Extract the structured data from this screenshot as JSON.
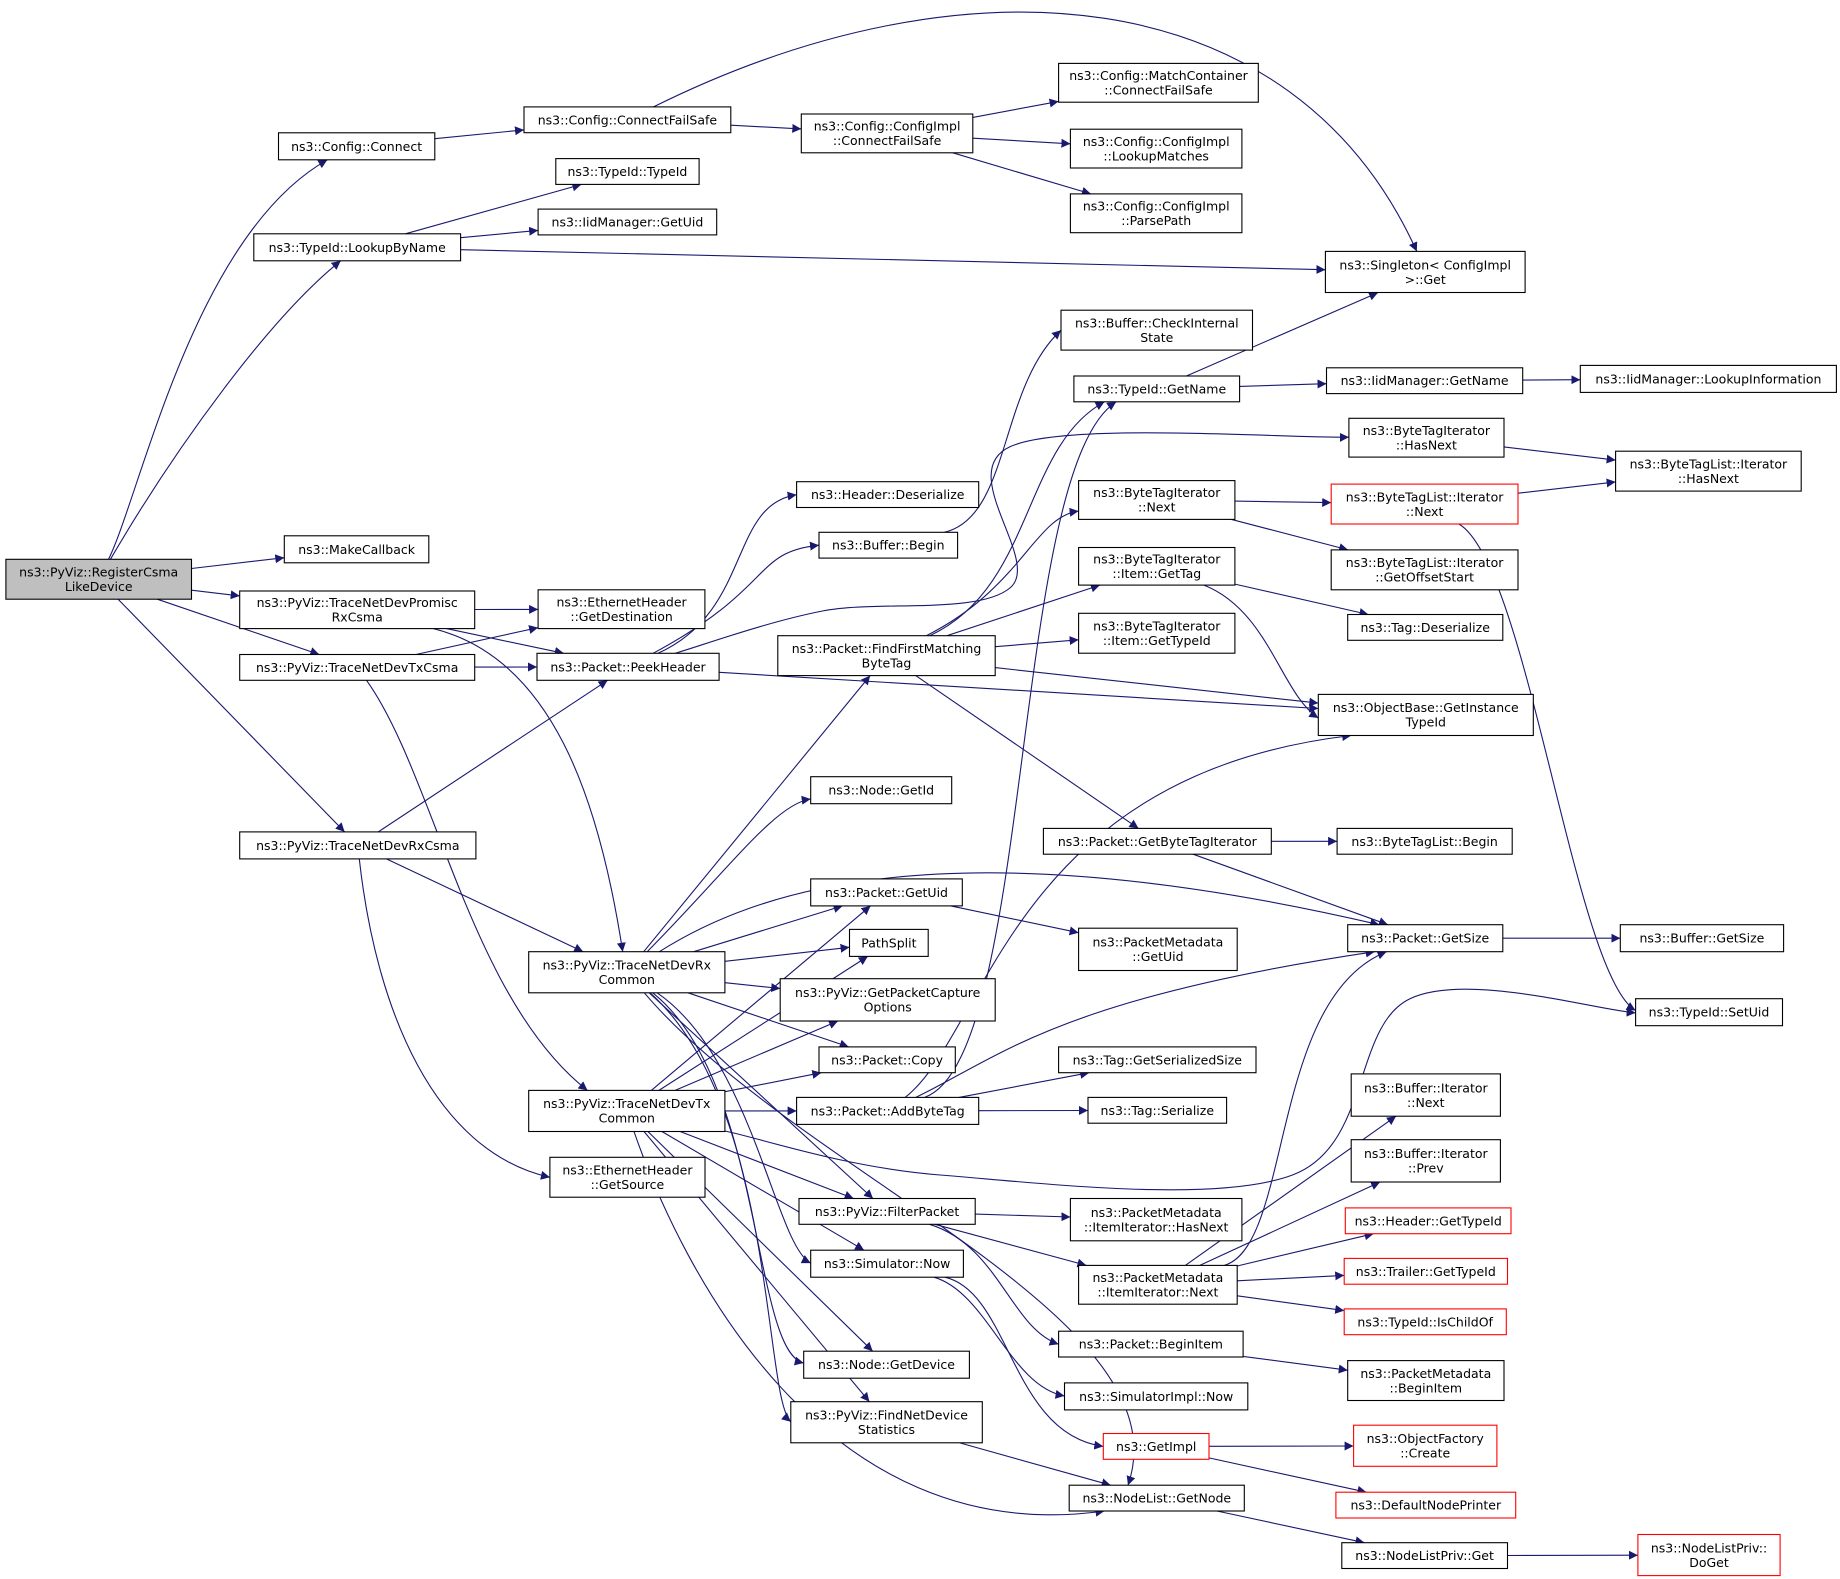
{
  "colors": {
    "edge": "#191970",
    "border": "#000000",
    "highlight_border": "#ff0000",
    "root_fill": "#bfbfbf",
    "node_fill": "#ffffff"
  },
  "nodes": [
    {
      "id": "root",
      "lines": [
        "ns3::PyViz::RegisterCsma",
        "LikeDevice"
      ],
      "root": true
    },
    {
      "id": "cfgConnect",
      "lines": [
        "ns3::Config::Connect"
      ]
    },
    {
      "id": "cfgConnectFailSafe",
      "lines": [
        "ns3::Config::ConnectFailSafe"
      ]
    },
    {
      "id": "cfgImplCFS",
      "lines": [
        "ns3::Config::ConfigImpl",
        "::ConnectFailSafe"
      ]
    },
    {
      "id": "matchCont",
      "lines": [
        "ns3::Config::MatchContainer",
        "::ConnectFailSafe"
      ]
    },
    {
      "id": "lookupMatches",
      "lines": [
        "ns3::Config::ConfigImpl",
        "::LookupMatches"
      ]
    },
    {
      "id": "parsePath",
      "lines": [
        "ns3::Config::ConfigImpl",
        "::ParsePath"
      ]
    },
    {
      "id": "typeIdCtor",
      "lines": [
        "ns3::TypeId::TypeId"
      ]
    },
    {
      "id": "iidGetUid",
      "lines": [
        "ns3::IidManager::GetUid"
      ]
    },
    {
      "id": "lookupByName",
      "lines": [
        "ns3::TypeId::LookupByName"
      ]
    },
    {
      "id": "singletonGet",
      "lines": [
        "ns3::Singleton< ConfigImpl",
        ">::Get"
      ]
    },
    {
      "id": "bufCheck",
      "lines": [
        "ns3::Buffer::CheckInternal",
        "State"
      ]
    },
    {
      "id": "typeIdGetName",
      "lines": [
        "ns3::TypeId::GetName"
      ]
    },
    {
      "id": "iidGetName",
      "lines": [
        "ns3::IidManager::GetName"
      ]
    },
    {
      "id": "iidLookupInfo",
      "lines": [
        "ns3::IidManager::LookupInformation"
      ]
    },
    {
      "id": "btiHasNext",
      "lines": [
        "ns3::ByteTagIterator",
        "::HasNext"
      ]
    },
    {
      "id": "btlItHasNext",
      "lines": [
        "ns3::ByteTagList::Iterator",
        "::HasNext"
      ]
    },
    {
      "id": "hdrDeserialize",
      "lines": [
        "ns3::Header::Deserialize"
      ]
    },
    {
      "id": "btiNext",
      "lines": [
        "ns3::ByteTagIterator",
        "::Next"
      ]
    },
    {
      "id": "btlItNext",
      "lines": [
        "ns3::ByteTagList::Iterator",
        "::Next"
      ],
      "red": true
    },
    {
      "id": "bufBegin",
      "lines": [
        "ns3::Buffer::Begin"
      ]
    },
    {
      "id": "makeCallback",
      "lines": [
        "ns3::MakeCallback"
      ]
    },
    {
      "id": "btiItemGetTag",
      "lines": [
        "ns3::ByteTagIterator",
        "::Item::GetTag"
      ]
    },
    {
      "id": "btlItGetOffset",
      "lines": [
        "ns3::ByteTagList::Iterator",
        "::GetOffsetStart"
      ]
    },
    {
      "id": "promisc",
      "lines": [
        "ns3::PyViz::TraceNetDevPromisc",
        "RxCsma"
      ]
    },
    {
      "id": "ethGetDest",
      "lines": [
        "ns3::EthernetHeader",
        "::GetDestination"
      ]
    },
    {
      "id": "tagDeserialize",
      "lines": [
        "ns3::Tag::Deserialize"
      ]
    },
    {
      "id": "findFirst",
      "lines": [
        "ns3::Packet::FindFirstMatching",
        "ByteTag"
      ]
    },
    {
      "id": "btiItemGetTypeId",
      "lines": [
        "ns3::ByteTagIterator",
        "::Item::GetTypeId"
      ]
    },
    {
      "id": "txCsma",
      "lines": [
        "ns3::PyViz::TraceNetDevTxCsma"
      ]
    },
    {
      "id": "peekHeader",
      "lines": [
        "ns3::Packet::PeekHeader"
      ]
    },
    {
      "id": "objGetInstance",
      "lines": [
        "ns3::ObjectBase::GetInstance",
        "TypeId"
      ]
    },
    {
      "id": "nodeGetId",
      "lines": [
        "ns3::Node::GetId"
      ]
    },
    {
      "id": "getBTI",
      "lines": [
        "ns3::Packet::GetByteTagIterator"
      ]
    },
    {
      "id": "btlBegin",
      "lines": [
        "ns3::ByteTagList::Begin"
      ]
    },
    {
      "id": "rxCsma",
      "lines": [
        "ns3::PyViz::TraceNetDevRxCsma"
      ]
    },
    {
      "id": "pktGetUid",
      "lines": [
        "ns3::Packet::GetUid"
      ]
    },
    {
      "id": "pathSplit",
      "lines": [
        "PathSplit"
      ]
    },
    {
      "id": "pmGetUid",
      "lines": [
        "ns3::PacketMetadata",
        "::GetUid"
      ]
    },
    {
      "id": "pktGetSize",
      "lines": [
        "ns3::Packet::GetSize"
      ]
    },
    {
      "id": "bufGetSize",
      "lines": [
        "ns3::Buffer::GetSize"
      ]
    },
    {
      "id": "rxCommon",
      "lines": [
        "ns3::PyViz::TraceNetDevRx",
        "Common"
      ]
    },
    {
      "id": "getCapOpts",
      "lines": [
        "ns3::PyViz::GetPacketCapture",
        "Options"
      ]
    },
    {
      "id": "setUid",
      "lines": [
        "ns3::TypeId::SetUid"
      ]
    },
    {
      "id": "pktCopy",
      "lines": [
        "ns3::Packet::Copy"
      ]
    },
    {
      "id": "tagGetSerSize",
      "lines": [
        "ns3::Tag::GetSerializedSize"
      ]
    },
    {
      "id": "bufItNext",
      "lines": [
        "ns3::Buffer::Iterator",
        "::Next"
      ]
    },
    {
      "id": "txCommon",
      "lines": [
        "ns3::PyViz::TraceNetDevTx",
        "Common"
      ]
    },
    {
      "id": "addByteTag",
      "lines": [
        "ns3::Packet::AddByteTag"
      ]
    },
    {
      "id": "tagSerialize",
      "lines": [
        "ns3::Tag::Serialize"
      ]
    },
    {
      "id": "bufItPrev",
      "lines": [
        "ns3::Buffer::Iterator",
        "::Prev"
      ]
    },
    {
      "id": "ethGetSource",
      "lines": [
        "ns3::EthernetHeader",
        "::GetSource"
      ]
    },
    {
      "id": "filterPacket",
      "lines": [
        "ns3::PyViz::FilterPacket"
      ]
    },
    {
      "id": "pmItHasNext",
      "lines": [
        "ns3::PacketMetadata",
        "::ItemIterator::HasNext"
      ]
    },
    {
      "id": "hdrGetTypeId",
      "lines": [
        "ns3::Header::GetTypeId"
      ],
      "red": true
    },
    {
      "id": "simNow",
      "lines": [
        "ns3::Simulator::Now"
      ]
    },
    {
      "id": "pmItNext",
      "lines": [
        "ns3::PacketMetadata",
        "::ItemIterator::Next"
      ]
    },
    {
      "id": "trlGetTypeId",
      "lines": [
        "ns3::Trailer::GetTypeId"
      ],
      "red": true
    },
    {
      "id": "isChildOf",
      "lines": [
        "ns3::TypeId::IsChildOf"
      ],
      "red": true
    },
    {
      "id": "pktBeginItem",
      "lines": [
        "ns3::Packet::BeginItem"
      ]
    },
    {
      "id": "nodeGetDevice",
      "lines": [
        "ns3::Node::GetDevice"
      ]
    },
    {
      "id": "pmBeginItem",
      "lines": [
        "ns3::PacketMetadata",
        "::BeginItem"
      ]
    },
    {
      "id": "simImplNow",
      "lines": [
        "ns3::SimulatorImpl::Now"
      ]
    },
    {
      "id": "findNetDev",
      "lines": [
        "ns3::PyViz::FindNetDevice",
        "Statistics"
      ]
    },
    {
      "id": "getImpl",
      "lines": [
        "ns3::GetImpl"
      ],
      "red": true
    },
    {
      "id": "objFactCreate",
      "lines": [
        "ns3::ObjectFactory",
        "::Create"
      ],
      "red": true
    },
    {
      "id": "nodeListGetNode",
      "lines": [
        "ns3::NodeList::GetNode"
      ]
    },
    {
      "id": "defNodePrinter",
      "lines": [
        "ns3::DefaultNodePrinter"
      ],
      "red": true
    },
    {
      "id": "nlpGet",
      "lines": [
        "ns3::NodeListPriv::Get"
      ]
    },
    {
      "id": "nlpDoGet",
      "lines": [
        "ns3::NodeListPriv::",
        "DoGet"
      ],
      "red": true
    }
  ]
}
